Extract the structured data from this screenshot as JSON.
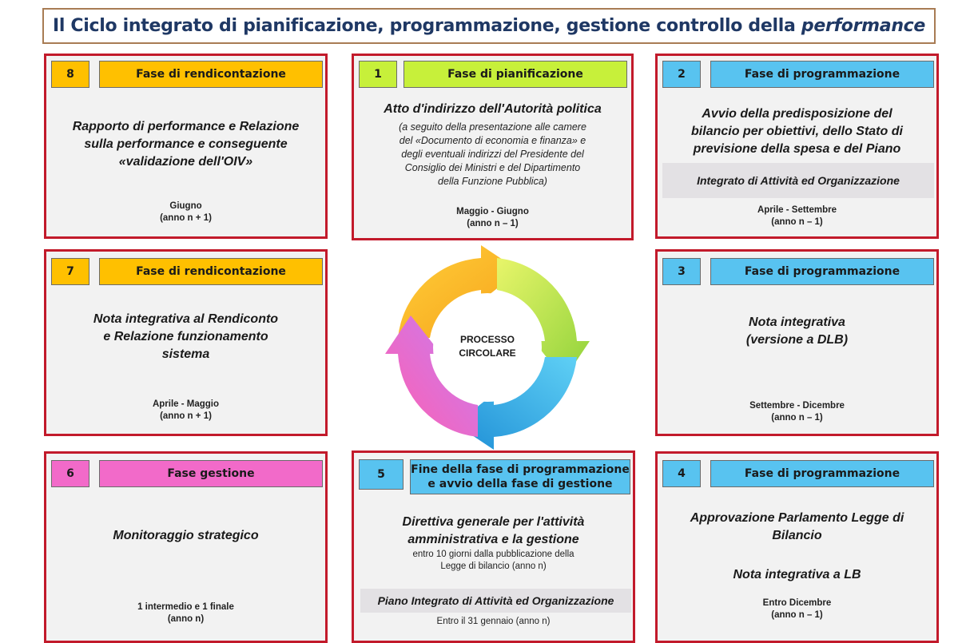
{
  "title": {
    "text": "Il Ciclo integrato di pianificazione, programmazione, gestione controllo della ",
    "italic": "performance"
  },
  "center": {
    "line1": "PROCESSO",
    "line2": "CIRCOLARE"
  },
  "boxes": {
    "b8": {
      "num": "8",
      "phase": "Fase di rendicontazione",
      "main": [
        "Rapporto di performance e Relazione",
        "sulla performance e conseguente",
        "«validazione dell'OIV»"
      ],
      "date": [
        "Giugno",
        "(anno n + 1)"
      ]
    },
    "b1": {
      "num": "1",
      "phase": "Fase di pianificazione",
      "main": [
        "Atto d'indirizzo dell'Autorità politica"
      ],
      "sub": [
        "(a seguito della presentazione alle camere",
        "del «Documento di economia e finanza» e",
        "degli eventuali indirizzi del Presidente del",
        "Consiglio dei Ministri e del Dipartimento",
        "della Funzione Pubblica)"
      ],
      "date": [
        "Maggio - Giugno",
        "(anno n – 1)"
      ]
    },
    "b2": {
      "num": "2",
      "phase": "Fase di programmazione",
      "main": [
        "Avvio della predisposizione del",
        "bilancio per obiettivi, dello Stato di",
        "previsione della spesa e del Piano"
      ],
      "highlight": "Integrato di Attività ed Organizzazione",
      "date": [
        "Aprile - Settembre",
        "(anno n – 1)"
      ]
    },
    "b7": {
      "num": "7",
      "phase": "Fase di rendicontazione",
      "main": [
        "Nota integrativa al Rendiconto",
        "e Relazione funzionamento",
        "sistema"
      ],
      "date": [
        "Aprile - Maggio",
        "(anno n + 1)"
      ]
    },
    "b3": {
      "num": "3",
      "phase": "Fase di programmazione",
      "main": [
        "Nota integrativa",
        "(versione a DLB)"
      ],
      "date": [
        "Settembre - Dicembre",
        "(anno n – 1)"
      ]
    },
    "b6": {
      "num": "6",
      "phase": "Fase gestione",
      "main": [
        "Monitoraggio strategico"
      ],
      "date": [
        "1 intermedio e 1 finale",
        "(anno n)"
      ]
    },
    "b5": {
      "num": "5",
      "phase": [
        "Fine della fase di programmazione",
        "e avvio della fase di gestione"
      ],
      "main": [
        "Direttiva generale per l'attività",
        "amministrativa e la gestione"
      ],
      "small": [
        "entro 10 giorni dalla pubblicazione della",
        "Legge di bilancio (anno n)"
      ],
      "highlight": "Piano Integrato di Attività ed Organizzazione",
      "after": "Entro il 31 gennaio (anno n)"
    },
    "b4": {
      "num": "4",
      "phase": "Fase di programmazione",
      "main": [
        "Approvazione Parlamento Legge di",
        "Bilancio"
      ],
      "main2": "Nota integrativa a LB",
      "date": [
        "Entro Dicembre",
        "(anno n – 1)"
      ]
    }
  },
  "colors": {
    "border": "#c21a2b",
    "yellow": "#ffc000",
    "lime": "#c7f03a",
    "blue": "#58c3f0",
    "pink": "#f26ac9",
    "title": "#1f3864"
  }
}
